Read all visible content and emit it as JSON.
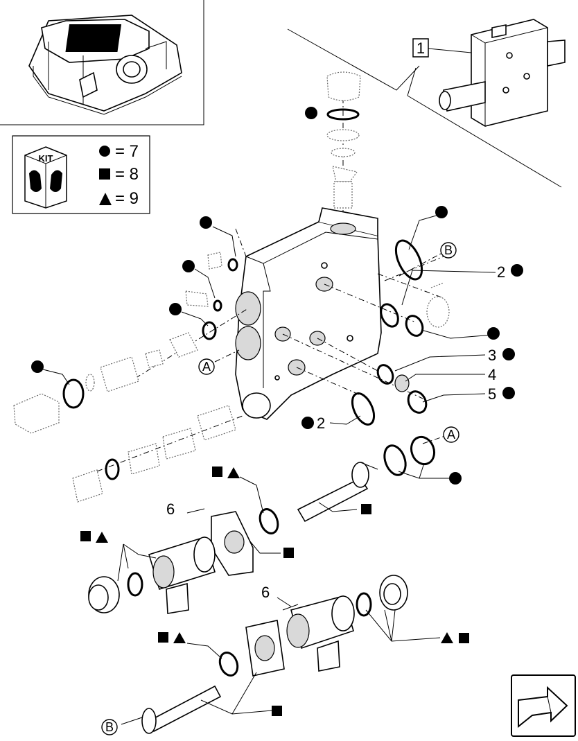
{
  "legend": {
    "kit_label": "KIT",
    "items": [
      {
        "symbol": "circle",
        "text": "= 7"
      },
      {
        "symbol": "square",
        "text": "= 8"
      },
      {
        "symbol": "triangle",
        "text": "= 9"
      }
    ]
  },
  "callouts": {
    "ref_1": "1",
    "ref_2a": "2",
    "ref_2b": "2",
    "ref_3": "3",
    "ref_4": "4",
    "ref_5": "5",
    "ref_6a": "6",
    "ref_6b": "6",
    "circle_A1": "A",
    "circle_A2": "A",
    "circle_B1": "B",
    "circle_B2": "B"
  },
  "colors": {
    "ink": "#000000",
    "paper": "#ffffff",
    "shade": "#d9d9d9"
  },
  "icons": [
    "kit-box-icon",
    "next-page-arrow-icon"
  ]
}
